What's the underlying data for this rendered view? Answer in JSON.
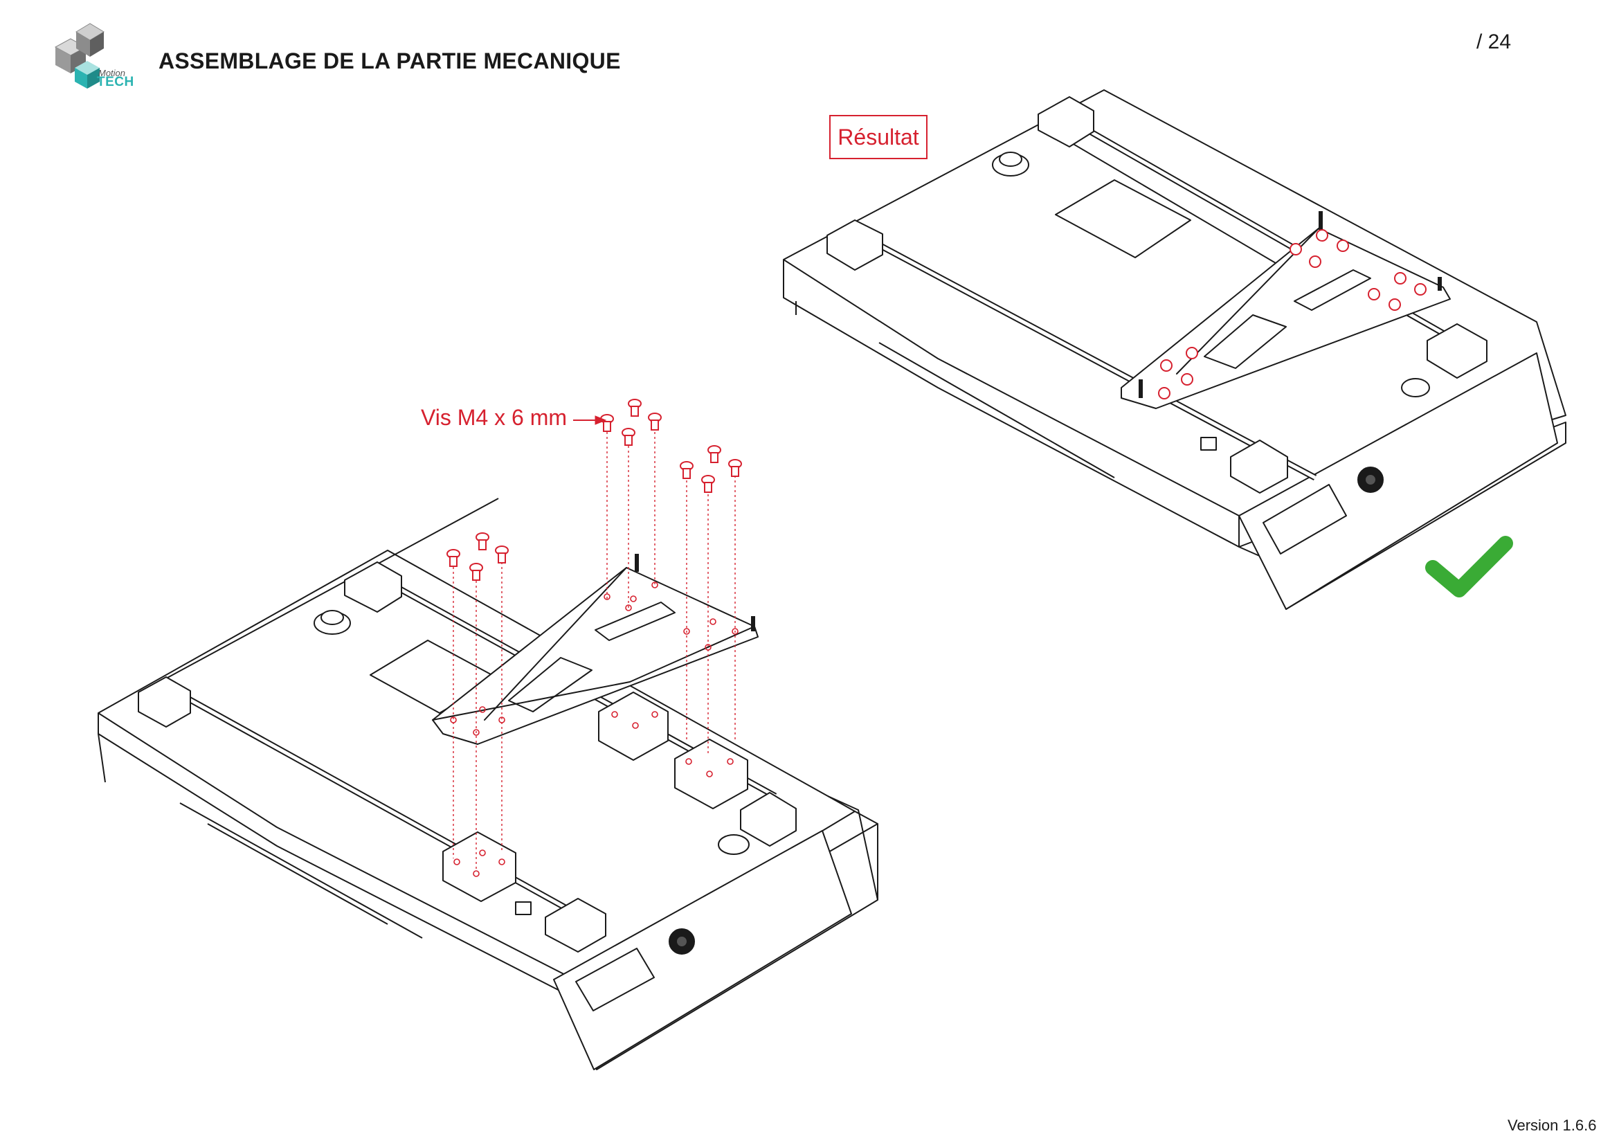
{
  "header": {
    "title": "ASSEMBLAGE DE LA PARTIE MECANIQUE",
    "page_number": "/ 24",
    "logo": {
      "word_small": "Motion",
      "word_large": "TECH"
    }
  },
  "annotations": {
    "screw_label": "Vis M4 x 6 mm",
    "result_label": "Résultat"
  },
  "footer": {
    "version": "Version 1.6.6"
  },
  "colors": {
    "accent_red": "#d6212f",
    "check_green": "#3aab35",
    "logo_teal": "#2bb3b1",
    "line": "#1a1a1a"
  }
}
